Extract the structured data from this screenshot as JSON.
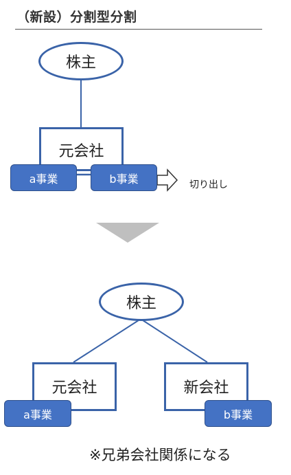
{
  "title": "（新設）分割型分割",
  "before": {
    "shareholder": "株主",
    "company": "元会社",
    "business_a": "a事業",
    "business_b": "b事業",
    "carve_out": "切り出し"
  },
  "after": {
    "shareholder": "株主",
    "original_company": "元会社",
    "new_company": "新会社",
    "business_a": "a事業",
    "business_b": "b事業"
  },
  "note": "※兄弟会社関係になる",
  "colors": {
    "accent": "#3a63a8",
    "business_fill": "#4472c4",
    "arrow_gray": "#bfbfbf"
  }
}
